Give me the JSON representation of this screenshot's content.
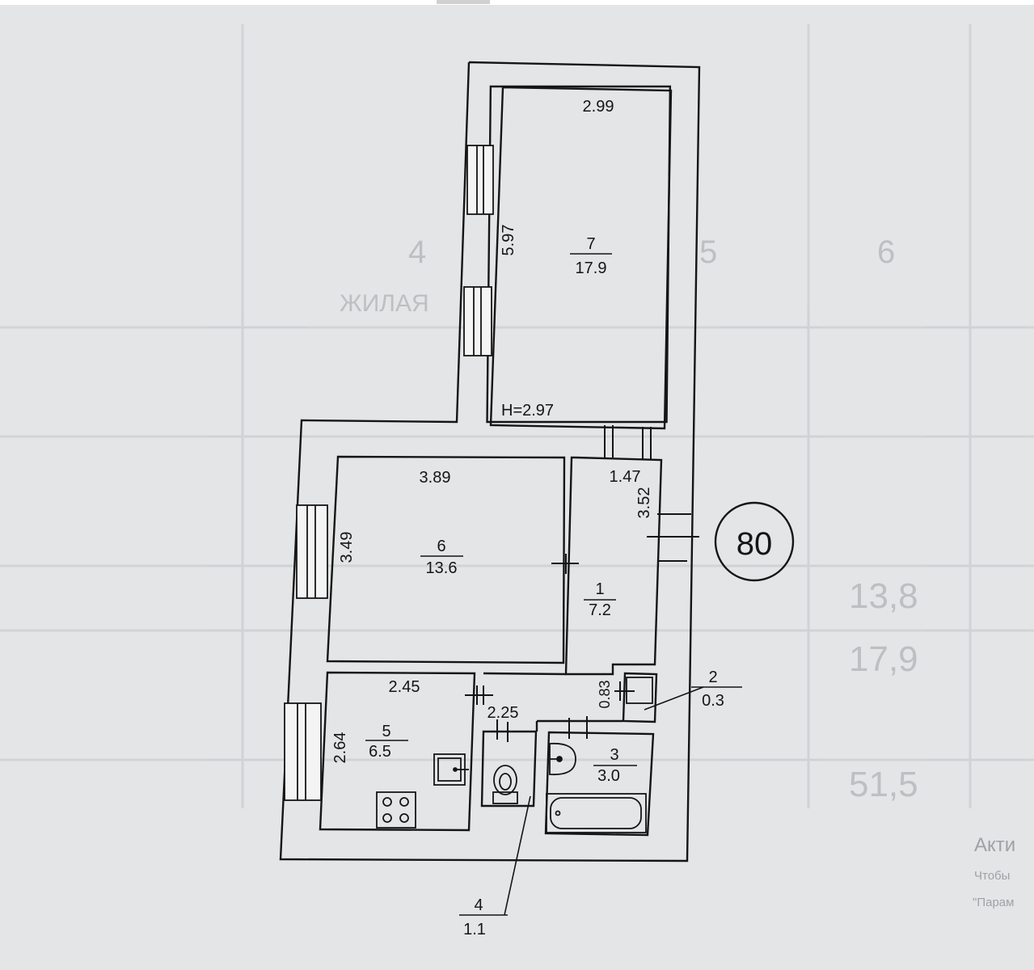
{
  "apartment_number": "80",
  "ceiling_height": "H=2.97",
  "rooms": [
    {
      "id": "room-7",
      "number": "7",
      "area": "17.9",
      "width_label": "2.99",
      "length_label": "5.97"
    },
    {
      "id": "room-6",
      "number": "6",
      "area": "13.6",
      "width_label": "3.89",
      "length_label": "3.49"
    },
    {
      "id": "room-1",
      "number": "1",
      "area": "7.2",
      "width_label": "1.47",
      "length_label": "3.52"
    },
    {
      "id": "room-2",
      "number": "2",
      "area": "0.3",
      "length_label": "0.83"
    },
    {
      "id": "room-5",
      "number": "5",
      "area": "6.5",
      "width_label": "2.45",
      "length_label": "2.64"
    },
    {
      "id": "room-4",
      "number": "4",
      "area": "1.1",
      "width_label": "2.25"
    },
    {
      "id": "room-3",
      "number": "3",
      "area": "3.0"
    }
  ],
  "background_ghost": {
    "row_numbers": [
      "4",
      "5",
      "6"
    ],
    "values": [
      "13,8",
      "17,9",
      "51,5"
    ],
    "text_blur": "ЖИЛАЯ"
  },
  "watermark": {
    "line1": "Акти",
    "line2": "Чтобы",
    "line3": "\"Парам"
  },
  "colors": {
    "background": "#e4e5e6",
    "lines": "#151515",
    "ghost": "#9ea1a6"
  }
}
